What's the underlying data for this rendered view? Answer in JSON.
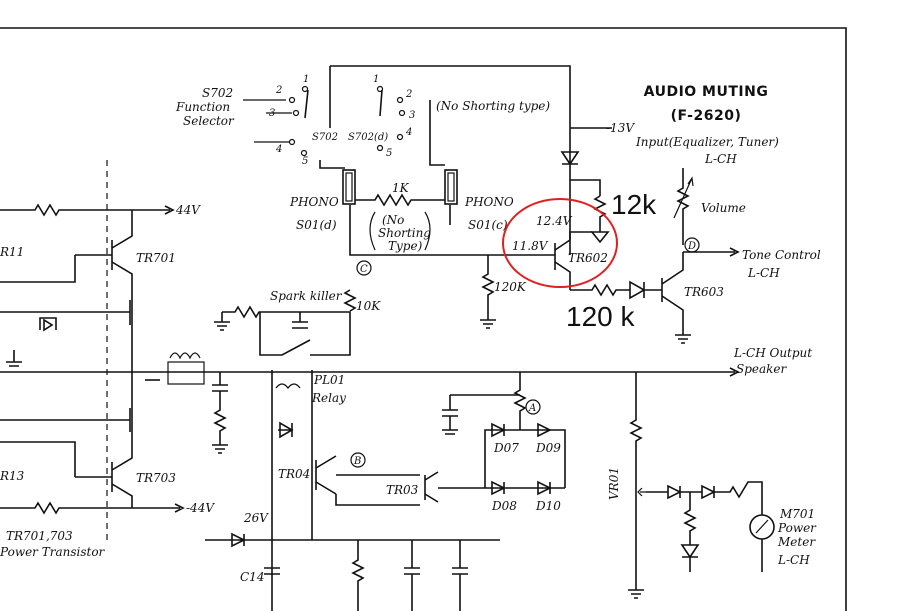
{
  "title": "AUDIO MUTING",
  "model": "(F-2620)",
  "annotations": {
    "r_12k": "12k",
    "r_120k": "120 k"
  },
  "labels": {
    "s702_function": [
      "S702",
      "Function",
      "Selector"
    ],
    "s702": "S702",
    "s702d": "S702(d)",
    "no_shorting_type": "(No Shorting type)",
    "phono_left": "PHONO",
    "phono_right": "PHONO",
    "s01d": "S01(d)",
    "s01c": "S01(c)",
    "no_shorting_box": [
      "(No",
      "Shorting",
      "Type)"
    ],
    "r1k": "1K",
    "minus13v": "-13V",
    "input_label": "Input(Equalizer, Tuner)",
    "lch_input": "L-CH",
    "volume": "Volume",
    "tone_control": "Tone Control",
    "lch_tone": "L-CH",
    "v124": "12.4V",
    "v118": "11.8V",
    "tr602": "TR602",
    "tr603": "TR603",
    "r120k": "120K",
    "r10k": "10K",
    "spark_killer": "Spark killer",
    "pl01": "PL01",
    "relay": "Relay",
    "lch_output": "L-CH Output",
    "speaker": "Speaker",
    "plus44v": "44V",
    "minus44v": "-44V",
    "tr701": "TR701",
    "tr703": "TR703",
    "r11": "R11",
    "r13": "R13",
    "tr701_703": "TR701,703",
    "power_transistor": "Power Transistor",
    "tr04": "TR04",
    "tr03": "TR03",
    "v26": "26V",
    "c14": "C14",
    "d07": "D07",
    "d09": "D09",
    "d08": "D08",
    "d10": "D10",
    "vr01": "VR01",
    "m701": "M701",
    "power": "Power",
    "meter": "Meter",
    "lch_meter": "L-CH",
    "node_a": "A",
    "node_b": "B",
    "node_c": "C",
    "node_d": "D",
    "sw_pos": [
      "1",
      "2",
      "3",
      "4",
      "5"
    ]
  },
  "colors": {
    "line": "#111111",
    "highlight": "#e02020",
    "background": "#ffffff"
  }
}
